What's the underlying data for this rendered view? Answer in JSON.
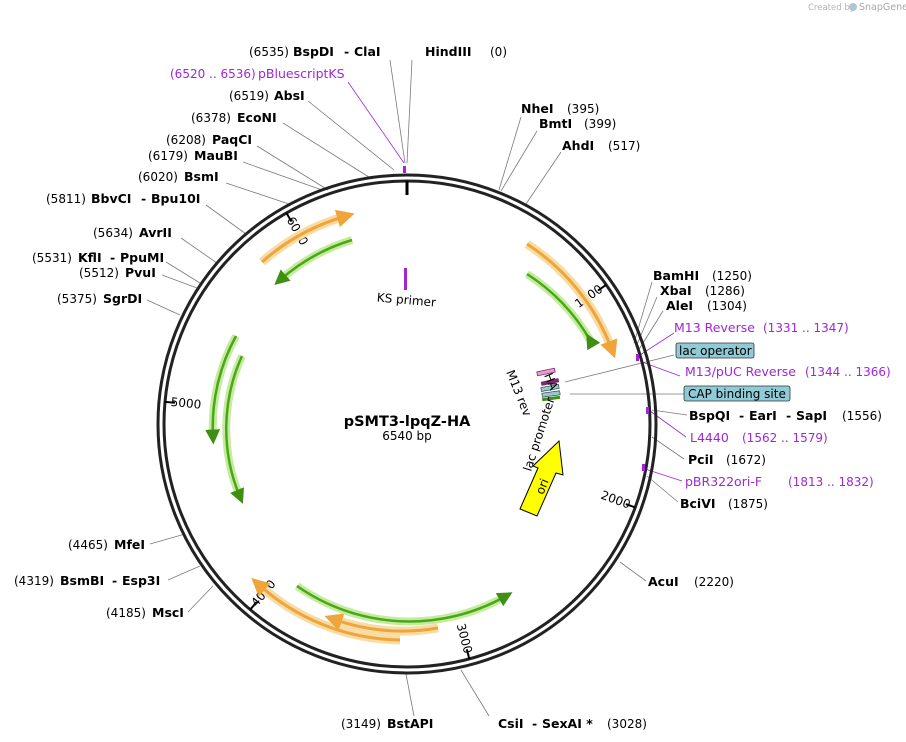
{
  "brand": {
    "created_by": "Created by",
    "product": "SnapGene"
  },
  "map": {
    "title": "pSMT3-lpqZ-HA",
    "length_label": "6540 bp",
    "total_bp": 6540
  },
  "ticks": [
    {
      "bp": 1000,
      "label": "1000"
    },
    {
      "bp": 2000,
      "label": "2000"
    },
    {
      "bp": 3000,
      "label": "3000"
    },
    {
      "bp": 4000,
      "label": "4000"
    },
    {
      "bp": 5000,
      "label": "5000"
    },
    {
      "bp": 6000,
      "label": "6000"
    }
  ],
  "sites": [
    {
      "name": "BspDI",
      "name2": "ClaI",
      "pos": "(6535)"
    },
    {
      "name": "HindIII",
      "pos": "(0)"
    },
    {
      "name": "AbsI",
      "pos": "(6519)"
    },
    {
      "name": "EcoNI",
      "pos": "(6378)"
    },
    {
      "name": "PaqCI",
      "pos": "(6208)"
    },
    {
      "name": "MauBI",
      "pos": "(6179)"
    },
    {
      "name": "BsmI",
      "pos": "(6020)"
    },
    {
      "name": "BbvCI",
      "name2": "Bpu10I",
      "pos": "(5811)"
    },
    {
      "name": "AvrII",
      "pos": "(5634)"
    },
    {
      "name": "KflI",
      "name2": "PpuMI",
      "pos": "(5531)"
    },
    {
      "name": "PvuI",
      "pos": "(5512)"
    },
    {
      "name": "SgrDI",
      "pos": "(5375)"
    },
    {
      "name": "NheI",
      "pos": "(395)"
    },
    {
      "name": "BmtI",
      "pos": "(399)"
    },
    {
      "name": "AhdI",
      "pos": "(517)"
    },
    {
      "name": "BamHI",
      "pos": "(1250)"
    },
    {
      "name": "XbaI",
      "pos": "(1286)"
    },
    {
      "name": "AleI",
      "pos": "(1304)"
    },
    {
      "name": "BspQI",
      "name2": "EarI",
      "name3": "SapI",
      "pos": "(1556)"
    },
    {
      "name": "PciI",
      "pos": "(1672)"
    },
    {
      "name": "BciVI",
      "pos": "(1875)"
    },
    {
      "name": "AcuI",
      "pos": "(2220)"
    },
    {
      "name": "MfeI",
      "pos": "(4465)"
    },
    {
      "name": "BsmBI",
      "name2": "Esp3I",
      "pos": "(4319)"
    },
    {
      "name": "MscI",
      "pos": "(4185)"
    },
    {
      "name": "BstAPI",
      "pos": "(3149)"
    },
    {
      "name": "CsiI",
      "name2": "SexAI *",
      "pos": "(3028)"
    }
  ],
  "primers": [
    {
      "name": "pBluescriptKS",
      "pos": "(6520 .. 6536)"
    },
    {
      "name": "M13 Reverse",
      "pos": "(1331 .. 1347)"
    },
    {
      "name": "M13/pUC Reverse",
      "pos": "(1344 .. 1366)"
    },
    {
      "name": "L4440",
      "pos": "(1562 .. 1579)"
    },
    {
      "name": "pBR322ori-F",
      "pos": "(1813 .. 1832)"
    },
    {
      "name": "KS primer"
    }
  ],
  "features_boxed": [
    {
      "name": "lac operator",
      "color": "#8fcbd6"
    },
    {
      "name": "CAP binding site",
      "color": "#8fcbd6"
    }
  ],
  "inner_labels": {
    "ha": "HA",
    "m13rev": "M13 rev",
    "lac_promoter": "lac promoter",
    "ori": "ori"
  },
  "colors": {
    "orf": "#f0a43a",
    "orf_halo": "#f7dca6",
    "green": "#4aa61a",
    "green_halo": "#c5ec9c",
    "primer": "#a026d6",
    "ori": "#ffff00",
    "box": "#8fcbd6"
  }
}
